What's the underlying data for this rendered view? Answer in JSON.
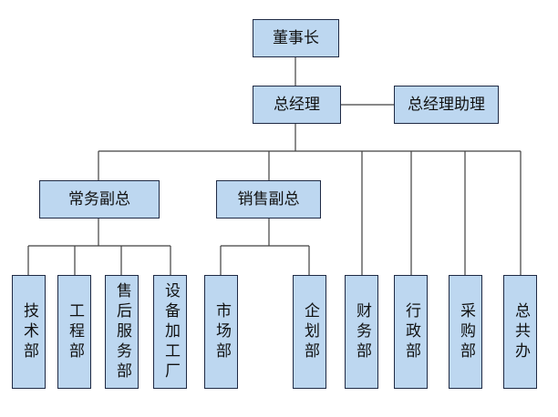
{
  "diagram": {
    "nodes": {
      "chairman": "董事长",
      "gm": "总经理",
      "gm_assistant": "总经理助理",
      "exec_vp": "常务副总",
      "sales_vp": "销售副总",
      "tech": "技术部",
      "engineering": "工程部",
      "after_sales": "售后服务部",
      "equipment": "设备加工厂",
      "market": "市场部",
      "planning": "企划部",
      "finance": "财务部",
      "admin": "行政部",
      "purchasing": "采购部",
      "general": "总共办"
    },
    "colors": {
      "box_fill": "#bdd7f0",
      "box_border": "#1f2a44",
      "line": "#404040"
    }
  }
}
